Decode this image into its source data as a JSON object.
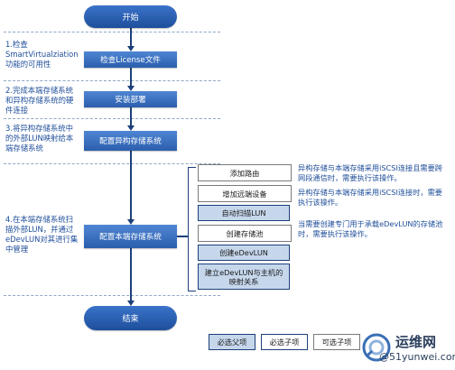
{
  "start": "开始",
  "end": "结束",
  "steps": [
    {
      "note": "1.检查SmartVirtualziation功能的可用性",
      "box": "检查License文件"
    },
    {
      "note": "2.完成本端存储系统和异构存储系统的硬件连接",
      "box": "安装部署"
    },
    {
      "note": "3.将异构存储系统中的外部LUN映射给本端存储系统",
      "box": "配置异构存储系统"
    },
    {
      "note": "4.在本端存储系统扫描外部LUN，并通过eDevLUN对其进行集中管理",
      "box": "配置本端存储系统"
    }
  ],
  "substeps": [
    {
      "label": "添加路由",
      "kind": "optional"
    },
    {
      "label": "增加远端设备",
      "kind": "optional"
    },
    {
      "label": "自动扫描LUN",
      "kind": "required"
    },
    {
      "label": "创建存储池",
      "kind": "optional"
    },
    {
      "label": "创建eDevLUN",
      "kind": "required"
    },
    {
      "label": "建立eDevLUN与主机的映射关系",
      "kind": "required"
    }
  ],
  "side_notes": [
    "异构存储与本端存储采用iSCSI连接且需要跨网段通信时，需要执行该操作。",
    "异构存储与本端存储采用iSCSI连接时，需要执行该操作。",
    "当需要创建专门用于承载eDevLUN的存储池时，需要执行该操作。"
  ],
  "legend": {
    "required": "必选父项",
    "optional": "必选子项",
    "plain": "可选子项"
  },
  "watermark": {
    "brand": "运维网",
    "url": "@51yunwei.com"
  },
  "colors": {
    "primary": "#2b5ead",
    "required_fill": "#c6d7ec",
    "note_text": "#1f4e9a"
  }
}
